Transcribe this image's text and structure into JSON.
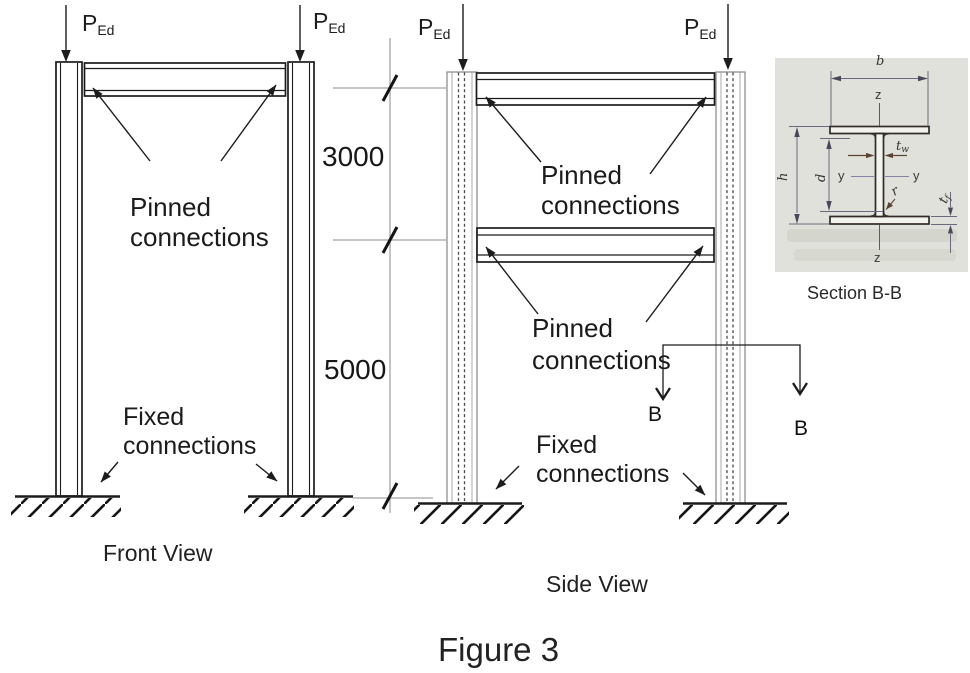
{
  "figure": {
    "caption": "Figure 3"
  },
  "views": {
    "front_label": "Front View",
    "side_label": "Side View"
  },
  "loads": {
    "symbol": "P",
    "subscript": "Ed"
  },
  "dimensions": {
    "story_upper": "3000",
    "story_lower": "5000"
  },
  "annotations": {
    "pinned": {
      "line1": "Pinned",
      "line2": "connections"
    },
    "fixed": {
      "line1": "Fixed",
      "line2": "connections"
    }
  },
  "section_cut": {
    "marker": "B"
  },
  "section_detail": {
    "caption": "Section B-B",
    "labels": {
      "flange_width": "b",
      "vertical_axis": "z",
      "horizontal_axis": "y",
      "overall_height": "h",
      "web_depth": "d",
      "web_thickness_symbol": "t",
      "web_thickness_sub": "w",
      "flange_thickness_symbol": "t",
      "flange_thickness_sub": "f",
      "root_radius": "r"
    }
  },
  "colors": {
    "background": "#ffffff",
    "ink": "#1c1c1c",
    "dimension_gray": "#a3a3a3",
    "hidden_line_gray": "#8f8f8f",
    "scan_background": "#e0e1da",
    "scan_ink": "#2f2b27",
    "scan_dimension": "#6b6880"
  }
}
